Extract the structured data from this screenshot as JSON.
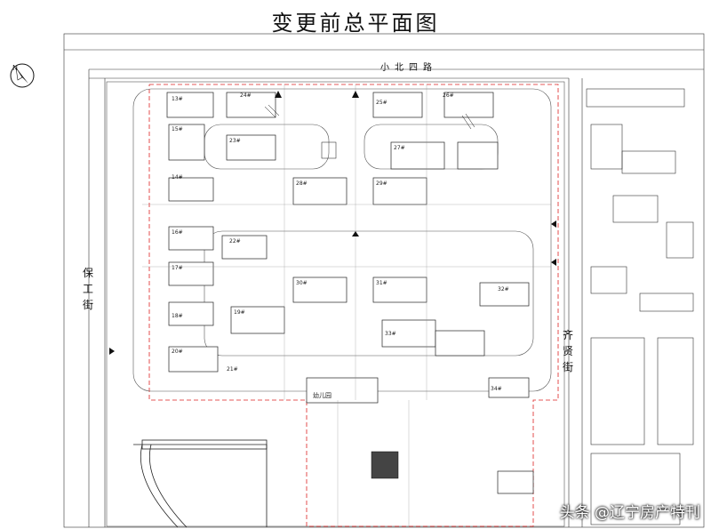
{
  "title": "变更前总平面图",
  "roads": {
    "north": "小北四路",
    "west": "保工街",
    "east": "齐贤街"
  },
  "buildings": [
    "13#",
    "14#",
    "15#",
    "16#",
    "17#",
    "18#",
    "19#",
    "20#",
    "21#",
    "22#",
    "23#",
    "24#",
    "25#",
    "26#",
    "27#",
    "28#",
    "29#",
    "30#",
    "31#",
    "32#",
    "33#",
    "34#"
  ],
  "labels": {
    "compass": "N",
    "kindergarten": "幼儿园"
  },
  "watermark": "头条 @辽宁房产特刊"
}
